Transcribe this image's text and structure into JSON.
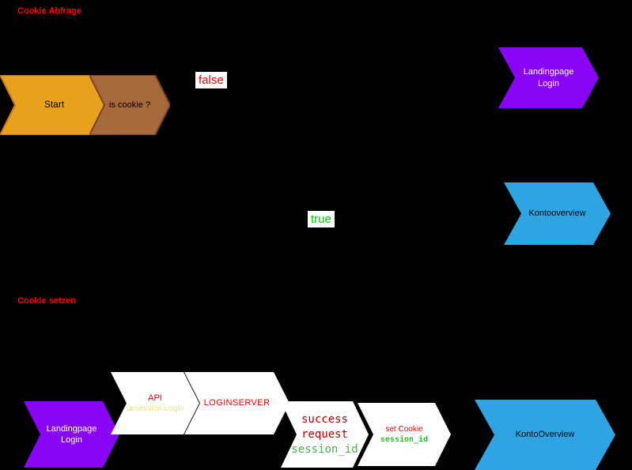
{
  "diagram": {
    "background": "#000000",
    "section_labels": {
      "cookie_abfrage": "Cookie Abfrage",
      "cookie_setzen": "Cookie setzen",
      "color": "#FF0000"
    },
    "edge_labels": {
      "false_branch": {
        "text": "false",
        "color": "#FF0000",
        "background": "#FFFFFF"
      },
      "true_branch": {
        "text": "true",
        "color": "#00CC00",
        "background": "#FFFFFF"
      }
    },
    "shapes": {
      "start": {
        "label": "Start",
        "fill": "#E8A21E",
        "stroke": "#C0791B",
        "text_color": "#000000"
      },
      "is_cookie": {
        "label": "is cookie ?",
        "fill": "#A5693C",
        "stroke": "#7D4222",
        "text_color": "#000000"
      },
      "landingpage_login_top": {
        "label": "Landingpage\nLogin",
        "fill": "#8805F5",
        "text_color": "#FFFFFF"
      },
      "kontooverview_top": {
        "label": "Kontooverview",
        "fill": "#2EA4E2",
        "text_color": "#000000"
      },
      "landingpage_login_bottom": {
        "label": "Landingpage\nLogin",
        "fill": "#8805F5",
        "text_color": "#FFFFFF"
      },
      "api": {
        "line1": "API",
        "line1_color": "#FF0000",
        "line2": "unsession:Login",
        "line2_color": "#E6E67E",
        "fill": "#FFFFFF"
      },
      "loginserver": {
        "label": "LOGINSERVER",
        "fill": "#FFFFFF",
        "text_color": "#FF0000"
      },
      "success_request": {
        "line1": "success",
        "line2": "request",
        "line3": "session_id",
        "lines_color": "#BB0000",
        "line3_color": "#4CAF50",
        "fill": "#FFFFFF"
      },
      "set_cookie": {
        "line1": "set Cookie",
        "line1_color": "#FF0000",
        "line2": "session_id",
        "line2_color": "#2EBD2E",
        "fill": "#FFFFFF"
      },
      "kontooverview_bottom": {
        "label": "KontoOverview",
        "fill": "#2EA4E2",
        "text_color": "#000000"
      }
    }
  }
}
